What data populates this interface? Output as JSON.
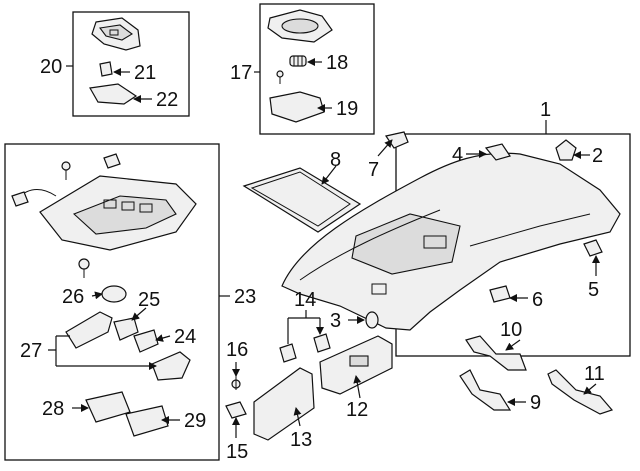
{
  "callouts": {
    "c1": "1",
    "c2": "2",
    "c3": "3",
    "c4": "4",
    "c5": "5",
    "c6": "6",
    "c7": "7",
    "c8": "8",
    "c9": "9",
    "c10": "10",
    "c11": "11",
    "c12": "12",
    "c13": "13",
    "c14": "14",
    "c15": "15",
    "c16": "16",
    "c17": "17",
    "c18": "18",
    "c19": "19",
    "c20": "20",
    "c21": "21",
    "c22": "22",
    "c23": "23",
    "c24": "24",
    "c25": "25",
    "c26": "26",
    "c27": "27",
    "c28": "28",
    "c29": "29"
  },
  "colors": {
    "line": "#111111",
    "fill": "#f0f0f0",
    "shade": "#dcdcdc",
    "background": "#ffffff"
  }
}
